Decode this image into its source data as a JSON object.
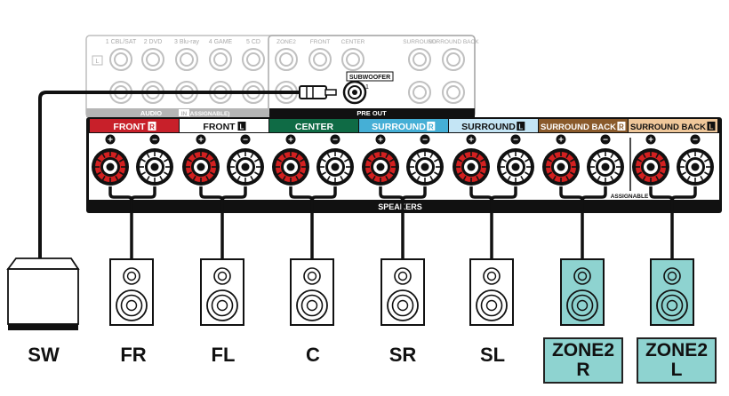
{
  "receiver": {
    "audio_inputs": [
      "1 CBL/SAT",
      "2 DVD",
      "3 Blu-ray",
      "4 GAME",
      "5 CD"
    ],
    "audio_row_marker": "L",
    "audio_label": "AUDIO",
    "audio_in_badge": "IN",
    "audio_assignable": "(ASSIGNABLE)",
    "pre_out_channels": [
      "ZONE2",
      "FRONT",
      "CENTER",
      "SURROUND",
      "SURROUND BACK"
    ],
    "subwoofer_label": "SUBWOOFER",
    "subwoofer_num": "1",
    "pre_out_label": "PRE OUT",
    "speakers_label": "SPEAKERS",
    "assignable_label": "ASSIGNABLE",
    "plus_symbol": "+",
    "minus_symbol": "−"
  },
  "channel_headers": [
    {
      "text": "FRONT",
      "badge": "R",
      "bg": "#c8202a",
      "fg": "#ffffff"
    },
    {
      "text": "FRONT",
      "badge": "L",
      "bg": "#ffffff",
      "fg": "#111111"
    },
    {
      "text": "CENTER",
      "badge": "",
      "bg": "#0f6b45",
      "fg": "#ffffff"
    },
    {
      "text": "SURROUND",
      "badge": "R",
      "bg": "#45afd6",
      "fg": "#ffffff"
    },
    {
      "text": "SURROUND",
      "badge": "L",
      "bg": "#c4e5f5",
      "fg": "#111111"
    },
    {
      "text": "SURROUND BACK",
      "badge": "R",
      "bg": "#8a5a2b",
      "fg": "#ffffff"
    },
    {
      "text": "SURROUND BACK",
      "badge": "L",
      "bg": "#efc79a",
      "fg": "#111111"
    }
  ],
  "speakers": [
    {
      "label": "SW",
      "type": "subwoofer"
    },
    {
      "label": "FR",
      "type": "speaker"
    },
    {
      "label": "FL",
      "type": "speaker"
    },
    {
      "label": "C",
      "type": "speaker"
    },
    {
      "label": "SR",
      "type": "speaker"
    },
    {
      "label": "SL",
      "type": "speaker"
    },
    {
      "label_line1": "ZONE2",
      "label_line2": "R",
      "type": "zone"
    },
    {
      "label_line1": "ZONE2",
      "label_line2": "L",
      "type": "zone"
    }
  ],
  "colors": {
    "positive_terminal": "#d32020",
    "negative_terminal": "#ffffff",
    "zone_fill": "#8ed3d0",
    "panel_black": "#111111",
    "faded_panel": "#b5b5b5"
  }
}
